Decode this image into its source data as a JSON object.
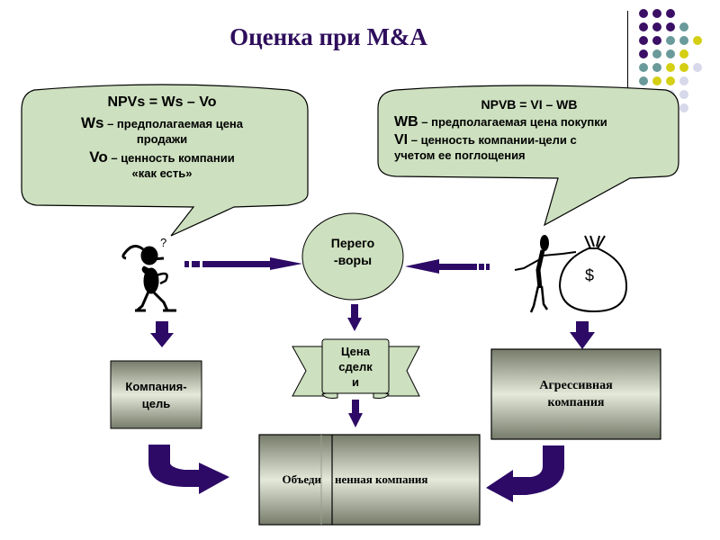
{
  "title": "Оценка при M&A",
  "colors": {
    "title": "#2e0e5c",
    "arrow": "#2d0a66",
    "bubble_fill": "#cde0bf",
    "box_dark": "#7a7f6e",
    "box_light": "#e3e8d8",
    "dot_purple": "#3b0f66",
    "dot_teal": "#6a9a9a",
    "dot_yellow": "#d4cf12",
    "dot_lavender": "#d7d8ea"
  },
  "decor_dots": [
    [
      "purple",
      "purple",
      "purple"
    ],
    [
      "purple",
      "purple",
      "purple",
      "teal"
    ],
    [
      "purple",
      "purple",
      "teal",
      "teal",
      "yellow"
    ],
    [
      "purple",
      "teal",
      "teal",
      "yellow"
    ],
    [
      "teal",
      "teal",
      "yellow",
      "yellow",
      "lavender"
    ],
    [
      "teal",
      "yellow",
      "yellow",
      "lavender"
    ],
    [
      "",
      "",
      "lavender",
      "lavender"
    ],
    [
      "",
      "",
      "",
      "lavender"
    ]
  ],
  "seller_bubble": {
    "formula": "NPVs = Ws – Vo",
    "line1_term": "Ws",
    "line1_text": " – предполагаемая цена",
    "line2": "продажи",
    "line3_term": "Vo",
    "line3_text": " – ценность компании",
    "line4": "«как есть»"
  },
  "buyer_bubble": {
    "formula": "NPVB = VI – WB",
    "line1_term": "WB",
    "line1_text": " – предполагаемая цена покупки",
    "line2_term": "VI",
    "line2_text": " – ценность компании-цели с",
    "line3": "учетом ее поглощения"
  },
  "negotiations": {
    "line1": "Перего",
    "line2": "-воры"
  },
  "deal_price": {
    "line1": "Цена",
    "line2": "сделк",
    "line3": "и"
  },
  "target_company": {
    "line1": "Компания-",
    "line2": "цель"
  },
  "aggressor_company": {
    "line1": "Агрессивная",
    "line2": "компания"
  },
  "merged_company": {
    "left": "Объеди",
    "right": "ненная компания"
  },
  "icons": {
    "seller": "confused-person-icon",
    "buyer": "person-with-money-bag-icon",
    "money_bag_symbol": "$"
  }
}
